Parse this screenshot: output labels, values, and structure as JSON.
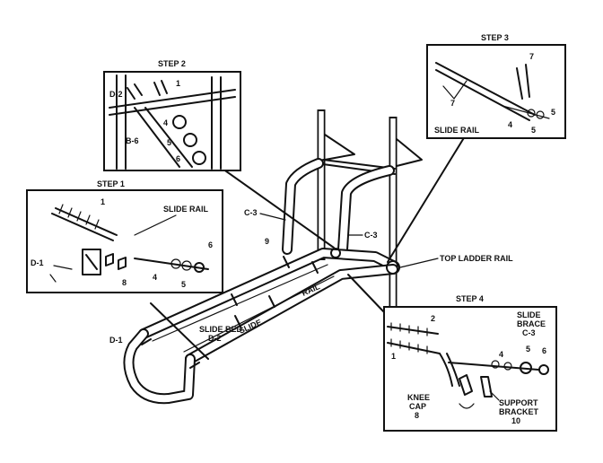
{
  "diagram": {
    "main_labels": {
      "c3_left": "C-3",
      "c3_right": "C-3",
      "part_9": "9",
      "top_ladder_rail": "TOP LADDER RAIL",
      "d1": "D-1",
      "slide_bed_line1": "SLIDE BED",
      "slide_bed_line2": "D-2",
      "slide_word": "SLIDE",
      "rail_word": "RAIL"
    },
    "step1": {
      "title": "STEP 1",
      "slide_rail": "SLIDE RAIL",
      "labels": {
        "p1": "1",
        "d1": "D-1",
        "p8": "8",
        "p4": "4",
        "p5": "5",
        "p6": "6"
      }
    },
    "step2": {
      "title": "STEP 2",
      "labels": {
        "d2": "D-2",
        "p1": "1",
        "b6": "B-6",
        "p4": "4",
        "p5": "5",
        "p6": "6"
      }
    },
    "step3": {
      "title": "STEP 3",
      "slide_rail": "SLIDE RAIL",
      "labels": {
        "p7a": "7",
        "p7b": "7",
        "p4": "4",
        "p5a": "5",
        "p5b": "5"
      }
    },
    "step4": {
      "title": "STEP 4",
      "slide_brace_line1": "SLIDE",
      "slide_brace_line2": "BRACE",
      "slide_brace_line3": "C-3",
      "knee_cap_line1": "KNEE",
      "knee_cap_line2": "CAP",
      "knee_cap_line3": "8",
      "support_bracket_line1": "SUPPORT",
      "support_bracket_line2": "BRACKET",
      "support_bracket_line3": "10",
      "labels": {
        "p1": "1",
        "p2": "2",
        "p4": "4",
        "p5": "5",
        "p6": "6"
      }
    }
  }
}
